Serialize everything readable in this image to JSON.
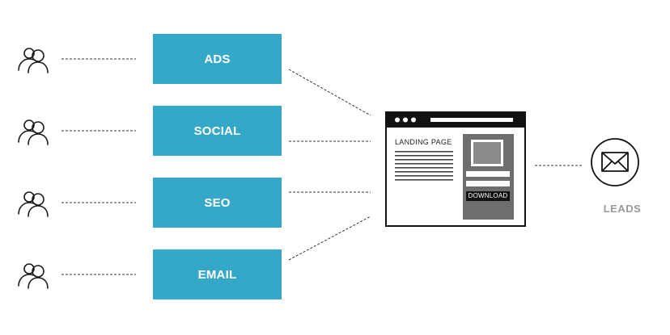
{
  "colors": {
    "channel_fill": "#34A8C6",
    "icon_stroke": "#1a1a1a",
    "connector": "#333333",
    "form_panel": "#6e6e6e",
    "image_placeholder": "#8a8a8a",
    "leads_label": "#9a9a9a"
  },
  "audiences": [
    {
      "icon": "people-icon"
    },
    {
      "icon": "people-icon"
    },
    {
      "icon": "people-icon"
    },
    {
      "icon": "people-icon"
    }
  ],
  "channels": [
    {
      "label": "ADS"
    },
    {
      "label": "SOCIAL"
    },
    {
      "label": "SEO"
    },
    {
      "label": "EMAIL"
    }
  ],
  "landing_page": {
    "title": "LANDING PAGE",
    "download_label": "DOWNLOAD",
    "browser_icon": "browser-window-icon"
  },
  "leads": {
    "label": "LEADS",
    "icon": "envelope-icon"
  }
}
